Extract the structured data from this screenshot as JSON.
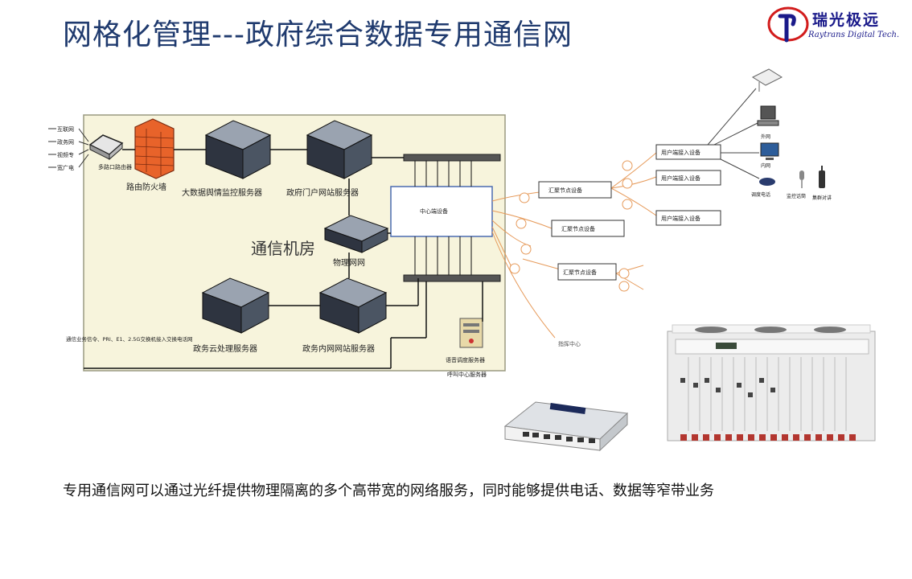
{
  "title": "网格化管理---政府综合数据专用通信网",
  "logo": {
    "brand": "瑞光极远",
    "sub": "Raytrans Digital Tech."
  },
  "diagram": {
    "room_label": "通信机房",
    "inputs": [
      "互联网",
      "政务网",
      "视频专",
      "宽广电"
    ],
    "router_label": "多路口路由器",
    "firewall_label": "路由防火墙",
    "server_row1_label": "大数据舆情监控服务器",
    "server_row1b_label": "政府门户网站服务器",
    "iot_label": "物理网网",
    "center_device_label": "中心端设备",
    "cloud_server_label": "政务云处理服务器",
    "intranet_server_label": "政务内网网站服务器",
    "voice_server_label1": "语音调度服务器",
    "voice_server_label2": "呼叫中心服务器",
    "bottom_note": "通信业务信令、PRI、E1、2.5G交换机接入交换电话网",
    "aggregation_label": "汇聚节点设备",
    "user_access_label": "用户端接入设备",
    "pc_label": "外网",
    "pc2_label": "内网",
    "phone_label": "调度电话",
    "mic_label": "监控话筒",
    "walkie_label": "集群对讲",
    "control_center_label": "指挥中心"
  },
  "description": "专用通信网可以通过光纤提供物理隔离的多个高带宽的网络服务，同时能够提供电话、数据等窄带业务"
}
